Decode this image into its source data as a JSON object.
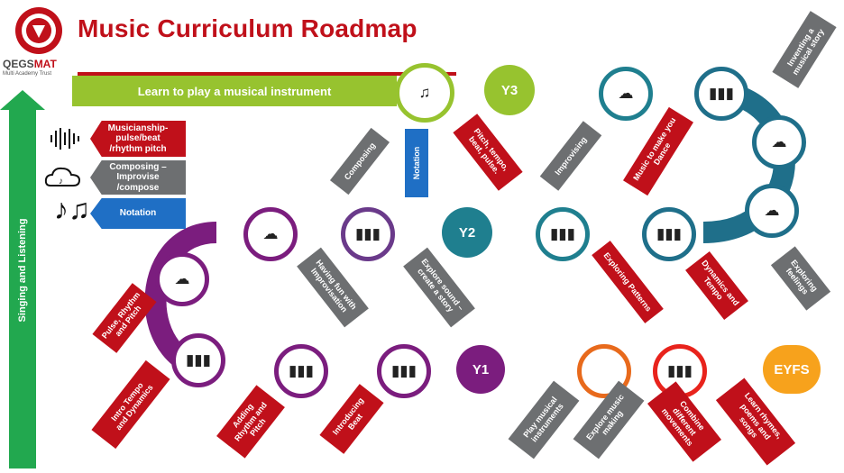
{
  "title": "Music Curriculum Roadmap",
  "logo": {
    "name_a": "QEGS",
    "name_b": "MAT",
    "subtitle": "Multi Academy Trust"
  },
  "learn_bar": "Learn to play a musical instrument",
  "side_bar": "Singing and Listening",
  "key": {
    "musicianship": "Musicianship-\npulse/beat\n/rhythm pitch",
    "composing": "Composing –\nImprovise\n/compose",
    "notation": "Notation"
  },
  "years": {
    "eyfs": "EYFS",
    "y1": "Y1",
    "y2": "Y2",
    "y3": "Y3"
  },
  "labels": {
    "learn_rhymes": "Learn rhymes,\npoems and\nsongs",
    "combine_movements": "Combine\ndifferent\nmovements",
    "explore_music_making": "Explore music\nmaking",
    "play_instruments": "Play musical\ninstruments",
    "introducing_beat": "Introducing\nBeat",
    "adding_rhythm": "Adding\nRhythm and\nPitch",
    "intro_tempo": "Intro Tempo\nand Dynamics",
    "pulse_rhythm": "Pulse, Rhythm\nand Pitch",
    "having_fun": "Having fun with\nImprovisation",
    "explore_sound": "Explore sound –\ncreate a story",
    "exploring_patterns": "Exploring Patterns",
    "dynamics_tempo": "Dynamics and\nTempo",
    "exploring_feelings": "Exploring\nfeelings",
    "inventing_story": "Inventing a\nmusical story",
    "music_dance": "Music to make you\nDance",
    "improvising": "Improvising",
    "pitch_tempo": "Pitch, tempo,\nbeat, pulse.",
    "notation_tag": "Notation",
    "composing_tag": "Composing"
  },
  "colors": {
    "red": "#c0101a",
    "gray": "#6d6f71",
    "blue": "#1f6fc5",
    "green": "#22a84f",
    "lime": "#97c32f",
    "purple": "#7b1d7e",
    "teal": "#1f7f8f",
    "orange": "#f08a1c"
  },
  "icons": {
    "musicianship": "soundwave-icon",
    "composing": "cloud-note-icon",
    "notation": "music-notes-icon"
  }
}
